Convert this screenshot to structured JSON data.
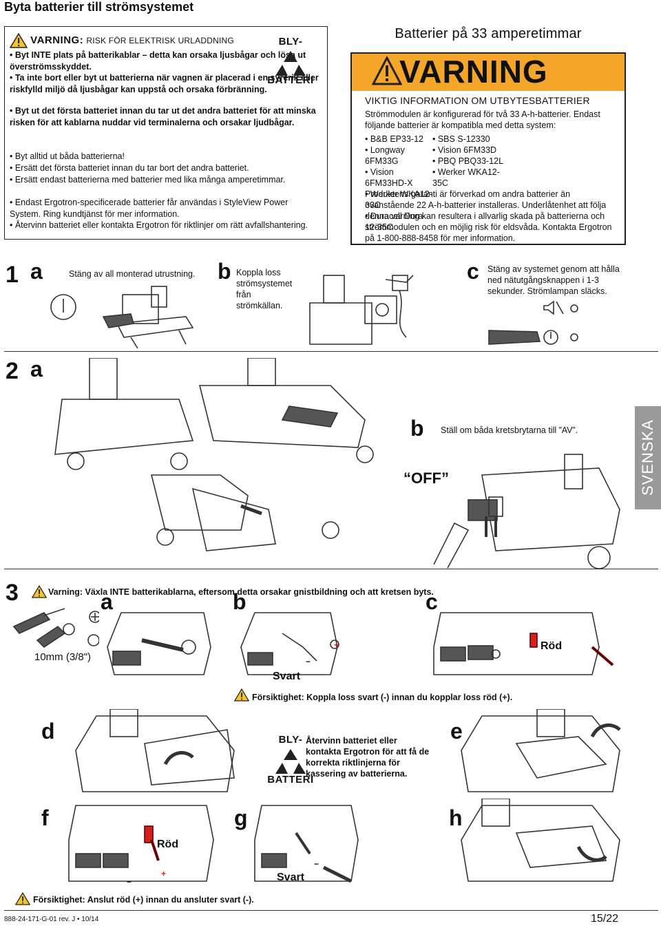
{
  "header": {
    "title": "Byta batterier till strömsystemet"
  },
  "warning_box": {
    "heading_main": "VARNING:",
    "heading_sub": "RISK FÖR ELEKTRISK URLADDNING",
    "bold_bullets": [
      "• Byt INTE plats på batterikablar – detta kan orsaka ljusbågar och lösa ut överströmsskyddet.",
      "• Ta inte bort eller byt ut batterierna när vagnen är placerad i en syrerik eller riskfylld miljö då ljusbågar kan uppstå och orsaka förbränning.",
      "• Byt ut det första batteriet innan du tar ut det andra batteriet för att minska risken för att kablarna nuddar vid terminalerna och orsakar ljudbågar."
    ],
    "bullets": [
      "• Byt alltid ut båda batterierna!",
      "• Ersätt det första batteriet innan du tar bort det andra batteriet.",
      "• Ersätt endast batterierna med batterier med lika många amperetimmar.",
      "• Endast Ergotron-specificerade batterier får användas i StyleView Power System. Ring kundtjänst för mer information.",
      "• Återvinn batteriet eller kontakta Ergotron för riktlinjer om rätt avfallshantering."
    ]
  },
  "recycle_top": {
    "line1": "BLY-",
    "line2": "BATTERI"
  },
  "right_box": {
    "title": "Batterier på 33 amperetimmar",
    "banner": "VARNING",
    "subheading": "VIKTIG INFORMATION OM UTBYTESBATTERIER",
    "intro": "Strömmodulen är konfigurerad för två 33 A-h-batterier. Endast följande batterier är kompatibla med detta system:",
    "col1": [
      "• B&B EP33-12",
      "• Longway 6FM33G",
      "• Vision 6FM33HD-X",
      "• Werker WKA12-33C",
      "• Duracell Dura 12-35C"
    ],
    "col2": [
      "• SBS S-12330",
      "• Vision 6FM33D",
      "• PBQ PBQ33-12L",
      "• Werker WKA12-35C"
    ],
    "footer": "Produktens garanti är förverkad om andra batterier än ovanstående 22 A-h-batterier installeras. Underlåtenhet att följa denna varning kan resultera i allvarlig skada på batterierna och strömmodulen och en möjlig risk för eldsvåda. Kontakta Ergotron på 1-800-888-8458 för mer information."
  },
  "step1": {
    "num": "1",
    "a": {
      "letter": "a",
      "text": "Stäng av all monterad utrustning."
    },
    "b": {
      "letter": "b",
      "text": "Koppla loss strömsystemet från strömkällan."
    },
    "c": {
      "letter": "c",
      "text": "Stäng av systemet genom att hålla ned nätutgångsknappen i 1-3 sekunder. Strömlampan släcks."
    }
  },
  "step2": {
    "num": "2",
    "a": {
      "letter": "a"
    },
    "b": {
      "letter": "b",
      "text": "Ställ om båda kretsbrytarna till ”AV”.",
      "off": "“OFF”"
    }
  },
  "side_tab": "SVENSKA",
  "step3": {
    "num": "3",
    "warning": "Varning: Växla INTE batterikablarna, eftersom detta orsakar gnistbildning och att kretsen byts.",
    "tool": "10mm (3/8\")",
    "a": "a",
    "b": "b",
    "c": "c",
    "d": "d",
    "e": "e",
    "f": "f",
    "g": "g",
    "h": "h",
    "svart": "Svart",
    "rod": "Röd",
    "plus": "+",
    "minus": "−",
    "caution1": "Försiktighet: Koppla loss svart (-) innan du kopplar loss röd (+).",
    "recycle_line1": "BLY-",
    "recycle_line2": "BATTERI",
    "recycle_text": "Återvinn batteriet eller kontakta Ergotron för att få de korrekta riktlinjerna för kassering av batterierna.",
    "caution2": "Försiktighet: Anslut röd (+) innan du ansluter svart (-)."
  },
  "footer": {
    "doc": "888-24-171-G-01 rev. J • 10/14",
    "page": "15/22"
  }
}
